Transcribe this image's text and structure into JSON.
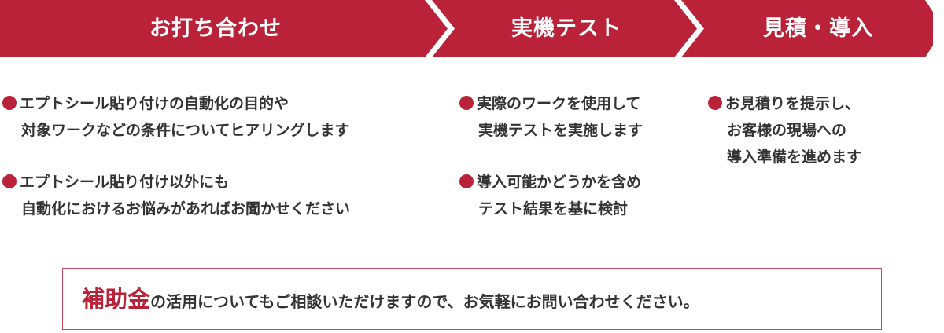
{
  "colors": {
    "accent": "#BA2239",
    "text": "#333333",
    "callout_border": "#C8485A"
  },
  "steps": [
    {
      "label": "お打ち合わせ"
    },
    {
      "label": "実機テスト"
    },
    {
      "label": "見積・導入"
    }
  ],
  "columns": [
    {
      "items": [
        {
          "bullet": "dot-icon",
          "lines": [
            "エプトシール貼り付けの自動化の目的や",
            "対象ワークなどの条件についてヒアリングします"
          ]
        },
        {
          "bullet": "dot-icon",
          "lines": [
            "エプトシール貼り付け以外にも",
            "自動化におけるお悩みがあればお聞かせください"
          ]
        }
      ]
    },
    {
      "items": [
        {
          "bullet": "dot-icon",
          "lines": [
            "実際のワークを使用して",
            "実機テストを実施します"
          ]
        },
        {
          "bullet": "dot-icon",
          "lines": [
            "導入可能かどうかを含め",
            "テスト結果を基に検討"
          ]
        }
      ]
    },
    {
      "items": [
        {
          "bullet": "dot-icon",
          "lines": [
            "お見積りを提示し、",
            "お客様の現場への",
            "導入準備を進めます"
          ]
        }
      ]
    }
  ],
  "callout": {
    "emphasis": "補助金",
    "text": "の活用についてもご相談いただけますので、お気軽にお問い合わせください。"
  }
}
